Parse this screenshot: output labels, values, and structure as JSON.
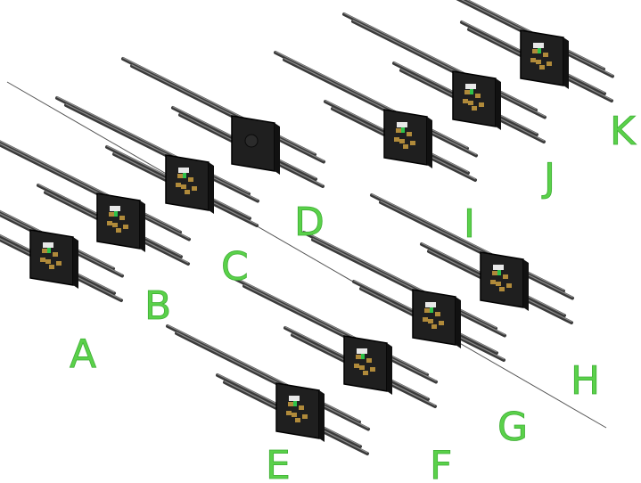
{
  "labels": [
    "A",
    "B",
    "C",
    "D",
    "E",
    "F",
    "G",
    "H",
    "I",
    "J",
    "K"
  ],
  "colors": {
    "label_green": "#5ad14a",
    "rod_dark": "#3a3a3a",
    "housing": "#1f1f1f",
    "brass": "#b08a3a",
    "led_green": "#2ec24a",
    "reference_line": "#555555"
  },
  "units": [
    {
      "id": "A",
      "type": "board"
    },
    {
      "id": "B",
      "type": "board"
    },
    {
      "id": "C",
      "type": "board"
    },
    {
      "id": "D",
      "type": "enclosed"
    },
    {
      "id": "E",
      "type": "board"
    },
    {
      "id": "F",
      "type": "board"
    },
    {
      "id": "G",
      "type": "board"
    },
    {
      "id": "H",
      "type": "board"
    },
    {
      "id": "I",
      "type": "board"
    },
    {
      "id": "J",
      "type": "board"
    },
    {
      "id": "K",
      "type": "board"
    }
  ]
}
